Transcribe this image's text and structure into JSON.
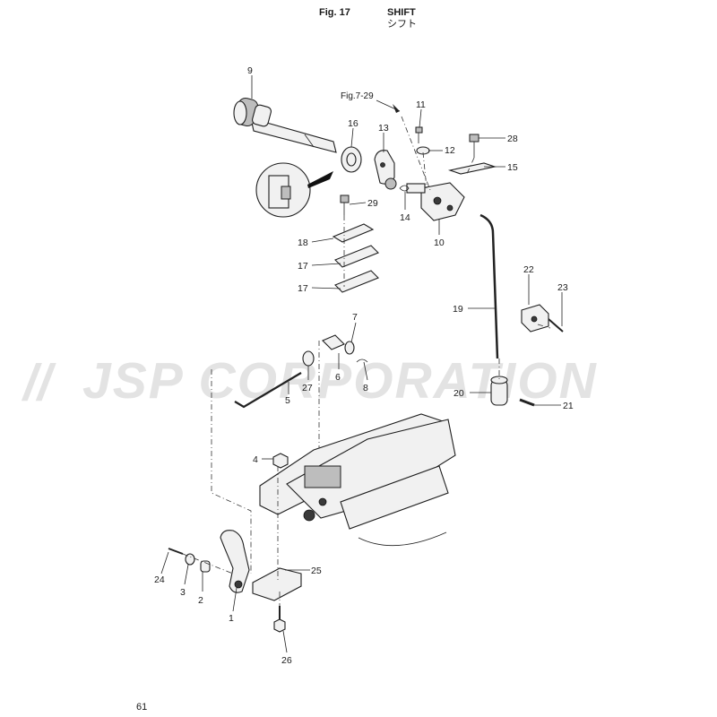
{
  "header": {
    "figure_number": "Fig. 17",
    "title_en": "SHIFT",
    "title_jp": "シフト"
  },
  "cross_reference": "Fig.7-29",
  "watermark": "JSP CORPORATION",
  "page_number": "61",
  "callouts": {
    "c1": "1",
    "c2": "2",
    "c3": "3",
    "c4": "4",
    "c5": "5",
    "c6": "6",
    "c7": "7",
    "c8": "8",
    "c9": "9",
    "c10": "10",
    "c11": "11",
    "c12": "12",
    "c13": "13",
    "c14": "14",
    "c15": "15",
    "c16": "16",
    "c17a": "17",
    "c17b": "17",
    "c18": "18",
    "c19": "19",
    "c20": "20",
    "c21": "21",
    "c22": "22",
    "c23": "23",
    "c24": "24",
    "c25": "25",
    "c26": "26",
    "c27": "27",
    "c28": "28",
    "c29": "29"
  },
  "colors": {
    "line": "#1e1e1e",
    "part_fill": "#f1f1f1",
    "watermark": "#e3e3e3"
  }
}
